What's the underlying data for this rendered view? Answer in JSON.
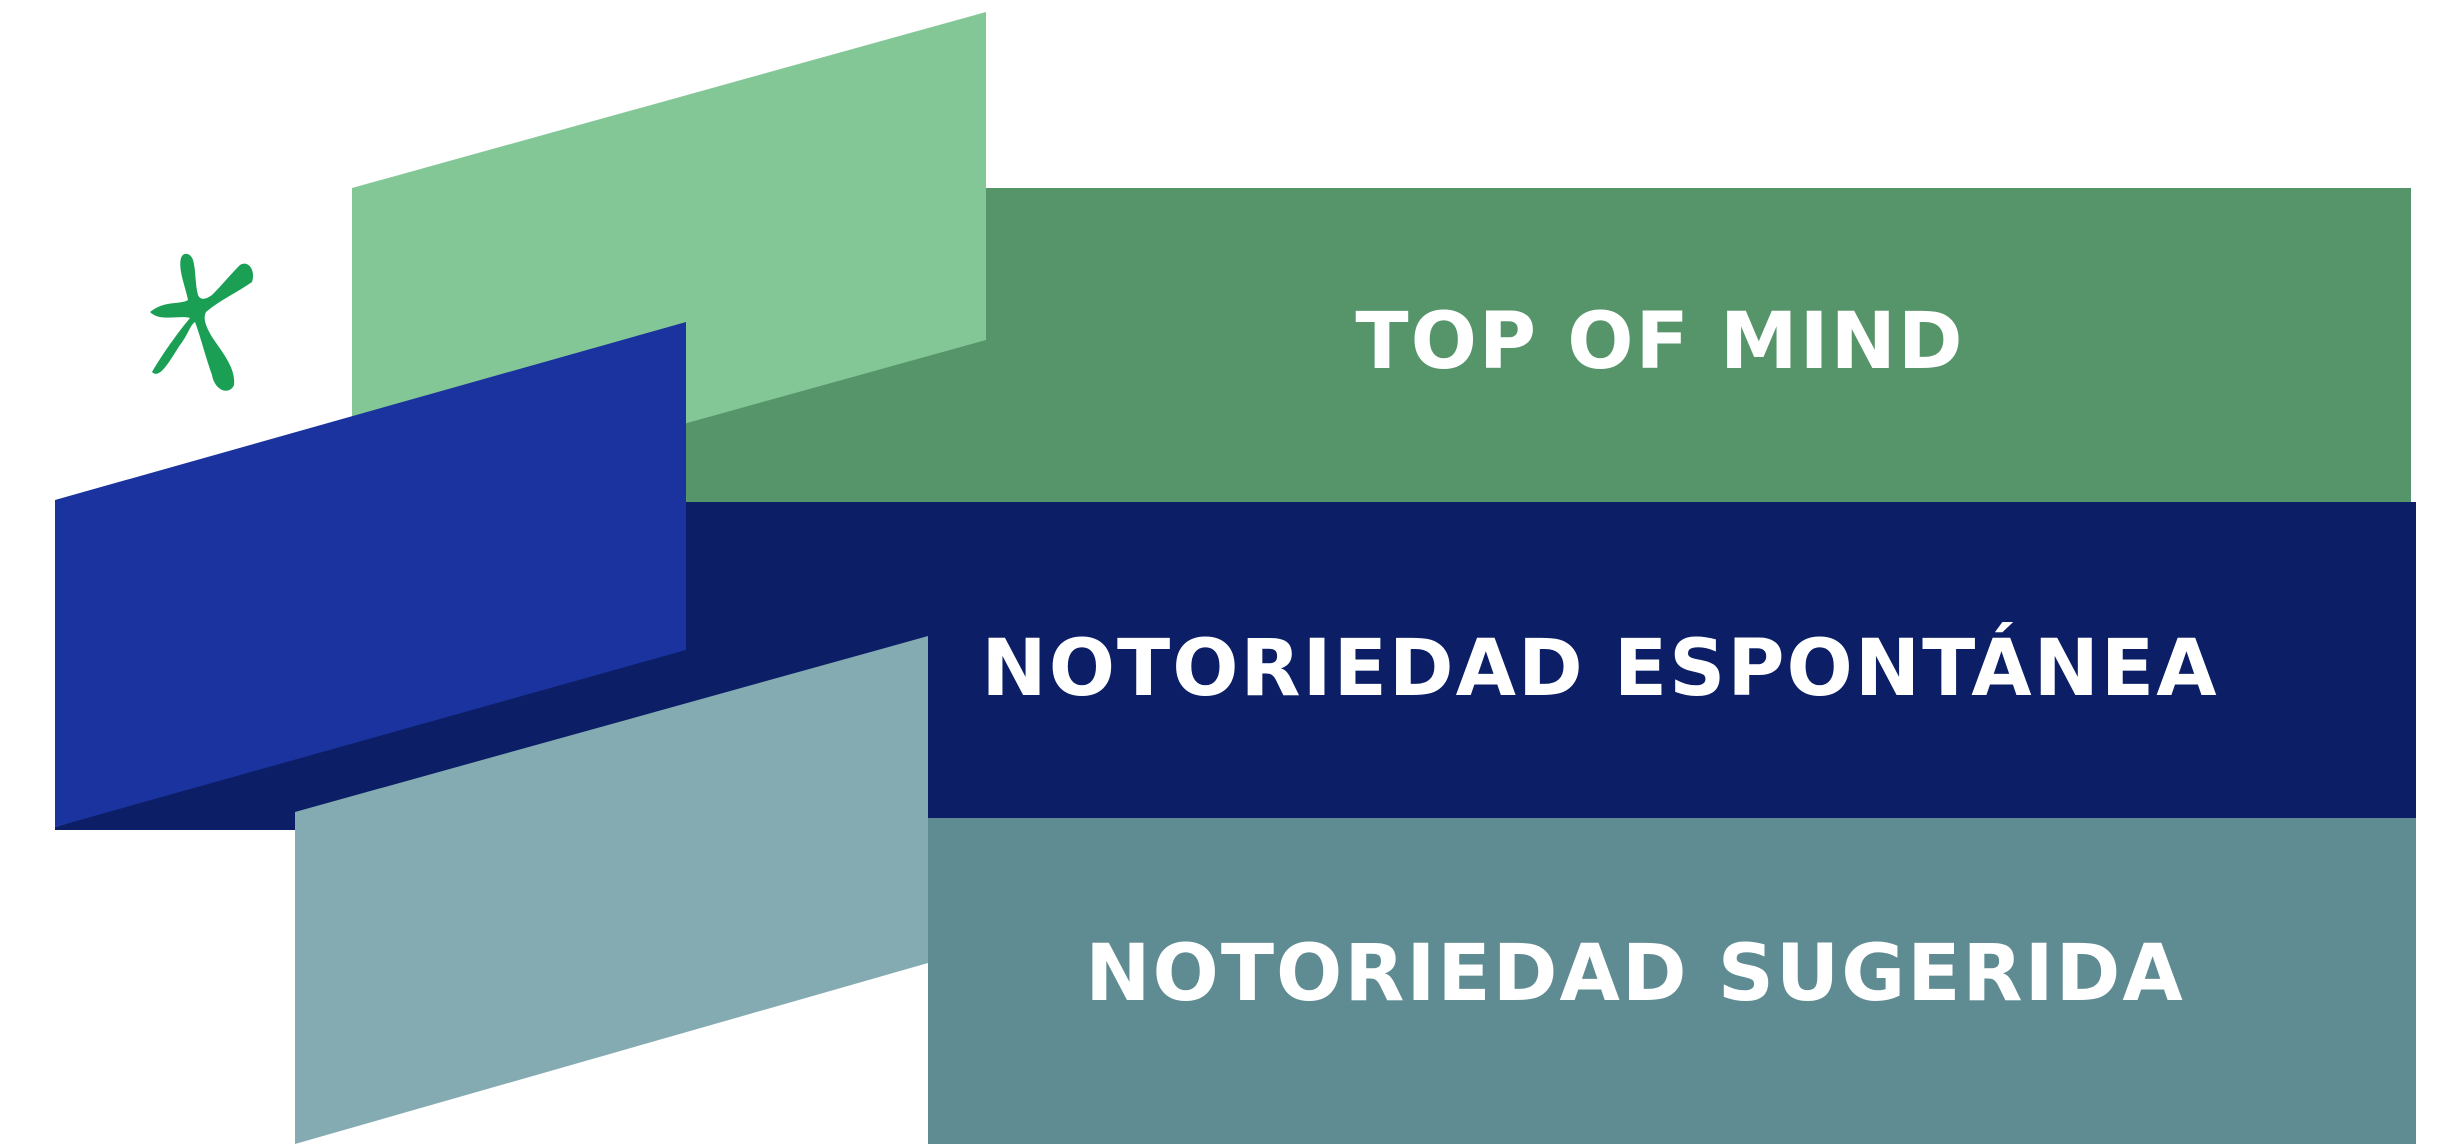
{
  "bands": [
    {
      "label": "TOP OF MIND",
      "band_color": "#56956a",
      "panel_color": "#84c796"
    },
    {
      "label": "NOTORIEDAD ESPONTÁNEA",
      "band_color": "#0b1e66",
      "panel_color": "#1a339e"
    },
    {
      "label": "NOTORIEDAD SUGERIDA",
      "band_color": "#5f8c92",
      "panel_color": "#83abb1"
    }
  ],
  "logo": {
    "icon": "green-asterisk-logo-icon",
    "color": "#1a9f55"
  }
}
